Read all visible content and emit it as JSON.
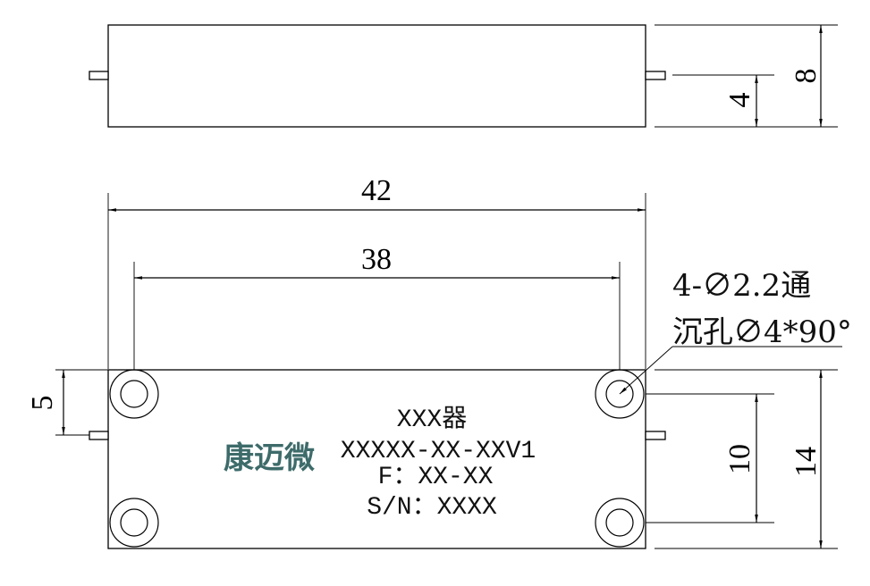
{
  "dimensions": {
    "height_total_top": "8",
    "pin_height": "4",
    "length": "42",
    "hole_spacing": "38",
    "pin_offset": "5",
    "hole_vertical_spacing": "10",
    "width": "14"
  },
  "hole_note": {
    "line1": "4-∅2.2通",
    "line2": "沉孔∅4*90°"
  },
  "label": {
    "logo": "康迈微",
    "name": "XXX器",
    "model": "XXXXX-XX-XXV1",
    "freq": "F：XX-XX",
    "serial": "S/N：XXXX"
  },
  "colors": {
    "logo": "#3d6b6a"
  }
}
